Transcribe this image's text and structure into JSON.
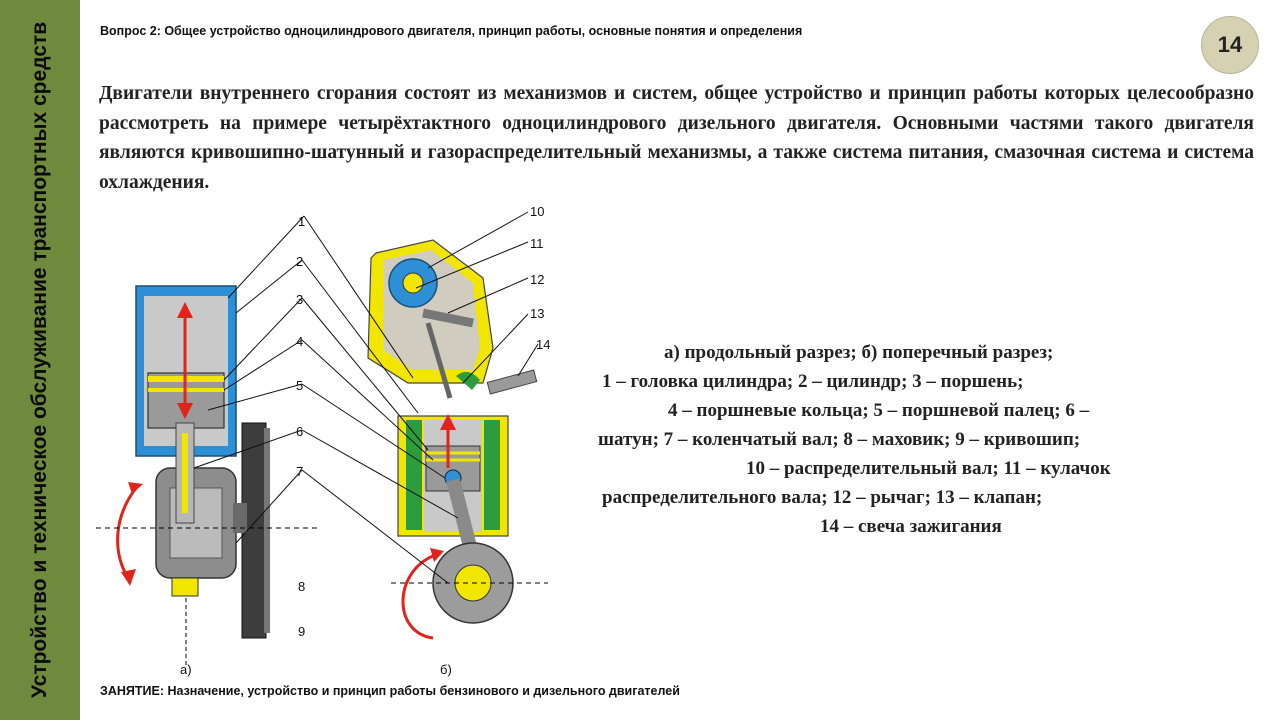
{
  "sidebar": {
    "title": "Устройство и техническое обслуживание транспортных средств"
  },
  "header": {
    "question": "Вопрос 2: Общее устройство одноцилиндрового двигателя, принцип работы, основные понятия и определения"
  },
  "page_number": "14",
  "intro": "Двигатели внутреннего сгорания состоят из механизмов и систем, общее устройство и принцип работы которых целесообразно рассмотреть на примере четырёхтактного одноцилиндрового дизельного двигателя. Основными частями такого двигателя являются кривошипно-шатунный и газораспределительный механизмы, а также система питания, смазочная система и система охлаждения.",
  "diagram": {
    "callouts": [
      "1",
      "2",
      "3",
      "4",
      "5",
      "6",
      "7",
      "8",
      "9",
      "10",
      "11",
      "12",
      "13",
      "14"
    ],
    "view_a": "а)",
    "view_b": "б)"
  },
  "legend": {
    "lines": [
      "а) продольный разрез; б) поперечный разрез;",
      "1 – головка цилиндра; 2 – цилиндр; 3 – поршень;",
      "4 – поршневые кольца; 5 – поршневой палец; 6 –",
      "шатун; 7 – коленчатый вал; 8 – маховик; 9 – кривошип;",
      "10 – распределительный вал; 11 – кулачок",
      "распределительного вала; 12 – рычаг; 13 – клапан;",
      "14 – свеча зажигания"
    ]
  },
  "footer": {
    "lesson": "ЗАНЯТИЕ: Назначение, устройство и принцип работы бензинового и дизельного двигателей"
  },
  "colors": {
    "sidebar": "#6f8a3d",
    "badge": "#d6d1b2",
    "cylinder": "#2d8fd6",
    "head": "#f2e600",
    "arrow": "#e0241c"
  }
}
